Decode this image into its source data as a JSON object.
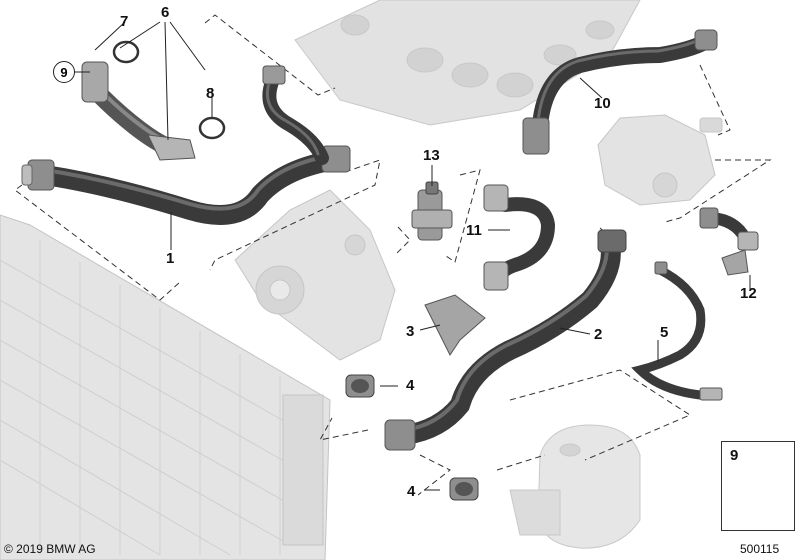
{
  "diagram": {
    "copyright": "© 2019 BMW AG",
    "diagram_number": "500115",
    "callouts": {
      "c1": "1",
      "c2": "2",
      "c3": "3",
      "c4a": "4",
      "c4b": "4",
      "c5": "5",
      "c6": "6",
      "c7": "7",
      "c8": "8",
      "c9": "9",
      "c10": "10",
      "c11": "11",
      "c12": "12",
      "c13": "13",
      "c9box": "9"
    },
    "colors": {
      "hose": "#3a3a3a",
      "hose_highlight": "#6b6b6b",
      "ghost_part": "#d9d9d9",
      "ghost_outline": "#bdbdbd",
      "metal": "#9a9a9a",
      "leader": "#222222"
    }
  }
}
